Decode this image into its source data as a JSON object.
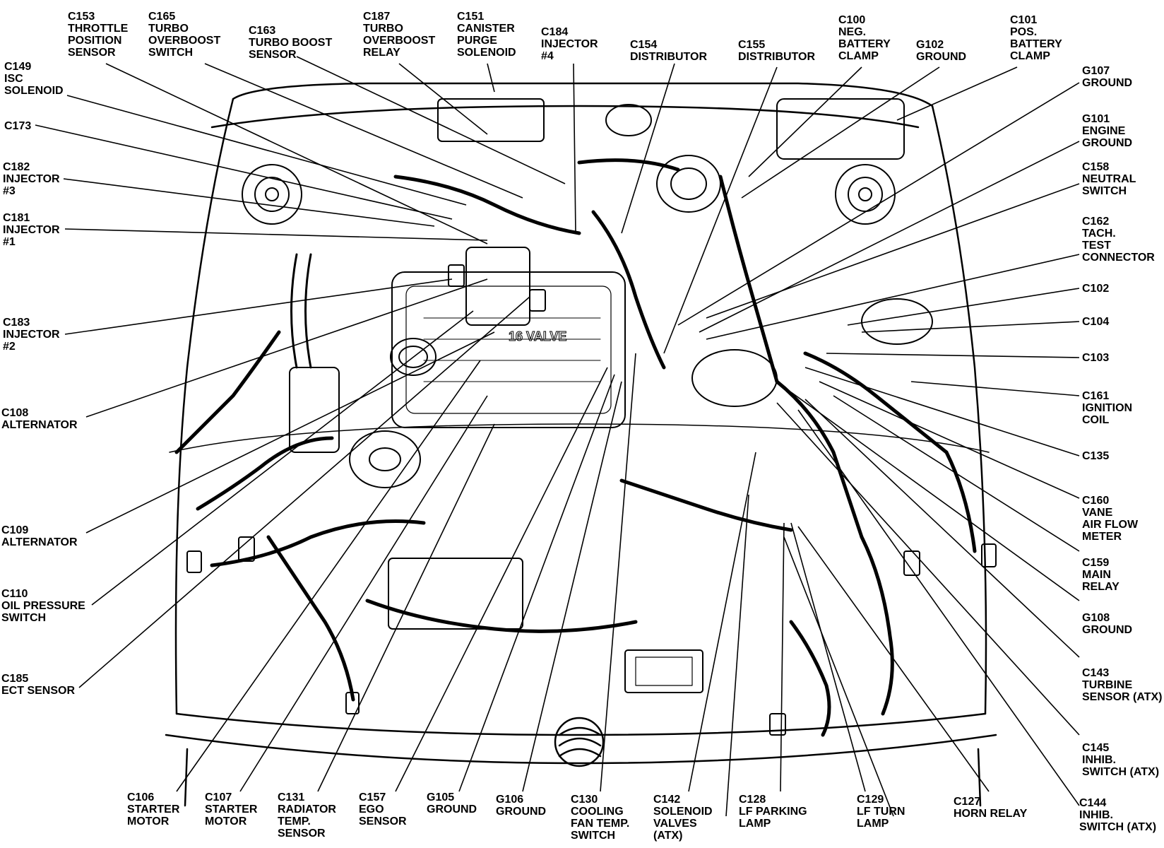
{
  "diagram": {
    "emblem": "mercury-emblem",
    "engine_text": "16 VALVE",
    "labels": [
      {
        "id": "c153",
        "lines": [
          "C153",
          "THROTTLE",
          "POSITION",
          "SENSOR"
        ]
      },
      {
        "id": "c165",
        "lines": [
          "C165",
          "TURBO",
          "OVERBOOST",
          "SWITCH"
        ]
      },
      {
        "id": "c163",
        "lines": [
          "C163",
          "TURBO BOOST",
          "SENSOR"
        ]
      },
      {
        "id": "c187",
        "lines": [
          "C187",
          "TURBO",
          "OVERBOOST",
          "RELAY"
        ]
      },
      {
        "id": "c151",
        "lines": [
          "C151",
          "CANISTER",
          "PURGE",
          "SOLENOID"
        ]
      },
      {
        "id": "c184",
        "lines": [
          "C184",
          "INJECTOR",
          "#4"
        ]
      },
      {
        "id": "c154",
        "lines": [
          "C154",
          "DISTRIBUTOR"
        ]
      },
      {
        "id": "c155",
        "lines": [
          "C155",
          "DISTRIBUTOR"
        ]
      },
      {
        "id": "c100",
        "lines": [
          "C100",
          "NEG.",
          "BATTERY",
          "CLAMP"
        ]
      },
      {
        "id": "g102",
        "lines": [
          "G102",
          "GROUND"
        ]
      },
      {
        "id": "c101",
        "lines": [
          "C101",
          "POS.",
          "BATTERY",
          "CLAMP"
        ]
      },
      {
        "id": "c149",
        "lines": [
          "C149",
          "ISC",
          "SOLENOID"
        ]
      },
      {
        "id": "c173",
        "lines": [
          "C173"
        ]
      },
      {
        "id": "c182",
        "lines": [
          "C182",
          "INJECTOR",
          "#3"
        ]
      },
      {
        "id": "c181",
        "lines": [
          "C181",
          "INJECTOR",
          "#1"
        ]
      },
      {
        "id": "c183",
        "lines": [
          "C183",
          "INJECTOR",
          "#2"
        ]
      },
      {
        "id": "c108",
        "lines": [
          "C108",
          "ALTERNATOR"
        ]
      },
      {
        "id": "c109",
        "lines": [
          "C109",
          "ALTERNATOR"
        ]
      },
      {
        "id": "c110",
        "lines": [
          "C110",
          "OIL PRESSURE",
          "SWITCH"
        ]
      },
      {
        "id": "c185",
        "lines": [
          "C185",
          "ECT SENSOR"
        ]
      },
      {
        "id": "g107",
        "lines": [
          "G107",
          "GROUND"
        ]
      },
      {
        "id": "g101",
        "lines": [
          "G101",
          "ENGINE",
          "GROUND"
        ]
      },
      {
        "id": "c158",
        "lines": [
          "C158",
          "NEUTRAL",
          "SWITCH"
        ]
      },
      {
        "id": "c162",
        "lines": [
          "C162",
          "TACH.",
          "TEST",
          "CONNECTOR"
        ]
      },
      {
        "id": "c102",
        "lines": [
          "C102"
        ]
      },
      {
        "id": "c104",
        "lines": [
          "C104"
        ]
      },
      {
        "id": "c103",
        "lines": [
          "C103"
        ]
      },
      {
        "id": "c161",
        "lines": [
          "C161",
          "IGNITION",
          "COIL"
        ]
      },
      {
        "id": "c135",
        "lines": [
          "C135"
        ]
      },
      {
        "id": "c160",
        "lines": [
          "C160",
          "VANE",
          "AIR FLOW",
          "METER"
        ]
      },
      {
        "id": "c159",
        "lines": [
          "C159",
          "MAIN",
          "RELAY"
        ]
      },
      {
        "id": "g108",
        "lines": [
          "G108",
          "GROUND"
        ]
      },
      {
        "id": "c143",
        "lines": [
          "C143",
          "TURBINE",
          "SENSOR (ATX)"
        ]
      },
      {
        "id": "c145",
        "lines": [
          "C145",
          "INHIB.",
          "SWITCH (ATX)"
        ]
      },
      {
        "id": "c144",
        "lines": [
          "C144",
          "INHIB.",
          "SWITCH (ATX)"
        ]
      },
      {
        "id": "c106",
        "lines": [
          "C106",
          "STARTER",
          "MOTOR"
        ]
      },
      {
        "id": "c107",
        "lines": [
          "C107",
          "STARTER",
          "MOTOR"
        ]
      },
      {
        "id": "c131",
        "lines": [
          "C131",
          "RADIATOR",
          "TEMP.",
          "SENSOR"
        ]
      },
      {
        "id": "c157",
        "lines": [
          "C157",
          "EGO",
          "SENSOR"
        ]
      },
      {
        "id": "g105",
        "lines": [
          "G105",
          "GROUND"
        ]
      },
      {
        "id": "g106",
        "lines": [
          "G106",
          "GROUND"
        ]
      },
      {
        "id": "c130",
        "lines": [
          "C130",
          "COOLING",
          "FAN TEMP.",
          "SWITCH"
        ]
      },
      {
        "id": "c142",
        "lines": [
          "C142",
          "SOLENOID",
          "VALVES",
          "(ATX)"
        ]
      },
      {
        "id": "c128",
        "lines": [
          "C128",
          "LF PARKING",
          "LAMP"
        ]
      },
      {
        "id": "c129",
        "lines": [
          "C129",
          "LF TURN",
          "LAMP"
        ]
      },
      {
        "id": "c127",
        "lines": [
          "C127",
          "HORN RELAY"
        ]
      }
    ]
  }
}
